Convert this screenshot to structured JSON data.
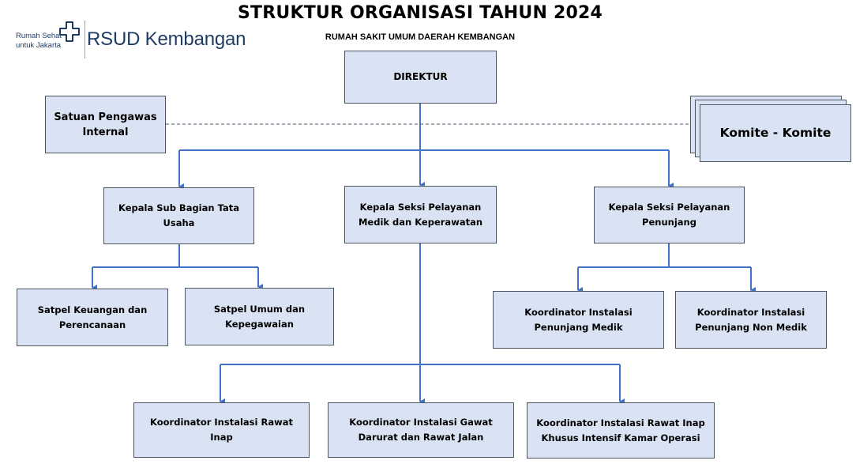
{
  "header": {
    "title": "STRUKTUR ORGANISASI TAHUN 2024",
    "subtitle": "RUMAH SAKIT UMUM DAERAH KEMBANGAN"
  },
  "logo": {
    "tagline_line1": "Rumah Sehat",
    "tagline_line2": "untuk Jakarta",
    "name": "RSUD Kembangan",
    "color": "#1f3d64"
  },
  "colors": {
    "box_fill": "#dae3f3",
    "box_border": "#4a5560",
    "connector": "#4472c4"
  },
  "nodes": {
    "direktur": "DIREKTUR",
    "spi": "Satuan Pengawas Internal",
    "komite": "Komite - Komite",
    "subbag_tu": "Kepala Sub Bagian Tata Usaha",
    "seksi_medik": "Kepala Seksi Pelayanan Medik dan Keperawatan",
    "seksi_penunjang": "Kepala Seksi Pelayanan Penunjang",
    "satpel_keuangan": "Satpel Keuangan dan Perencanaan",
    "satpel_umum": "Satpel Umum dan Kepegawaian",
    "koord_penunjang_medik": "Koordinator Instalasi Penunjang Medik",
    "koord_penunjang_non_medik": "Koordinator Instalasi Penunjang Non Medik",
    "koord_rawat_inap": "Koordinator Instalasi Rawat Inap",
    "koord_gawat_darurat": "Koordinator Instalasi Gawat Darurat dan Rawat Jalan",
    "koord_khusus": "Koordinator Instalasi Rawat Inap Khusus Intensif Kamar Operasi"
  }
}
